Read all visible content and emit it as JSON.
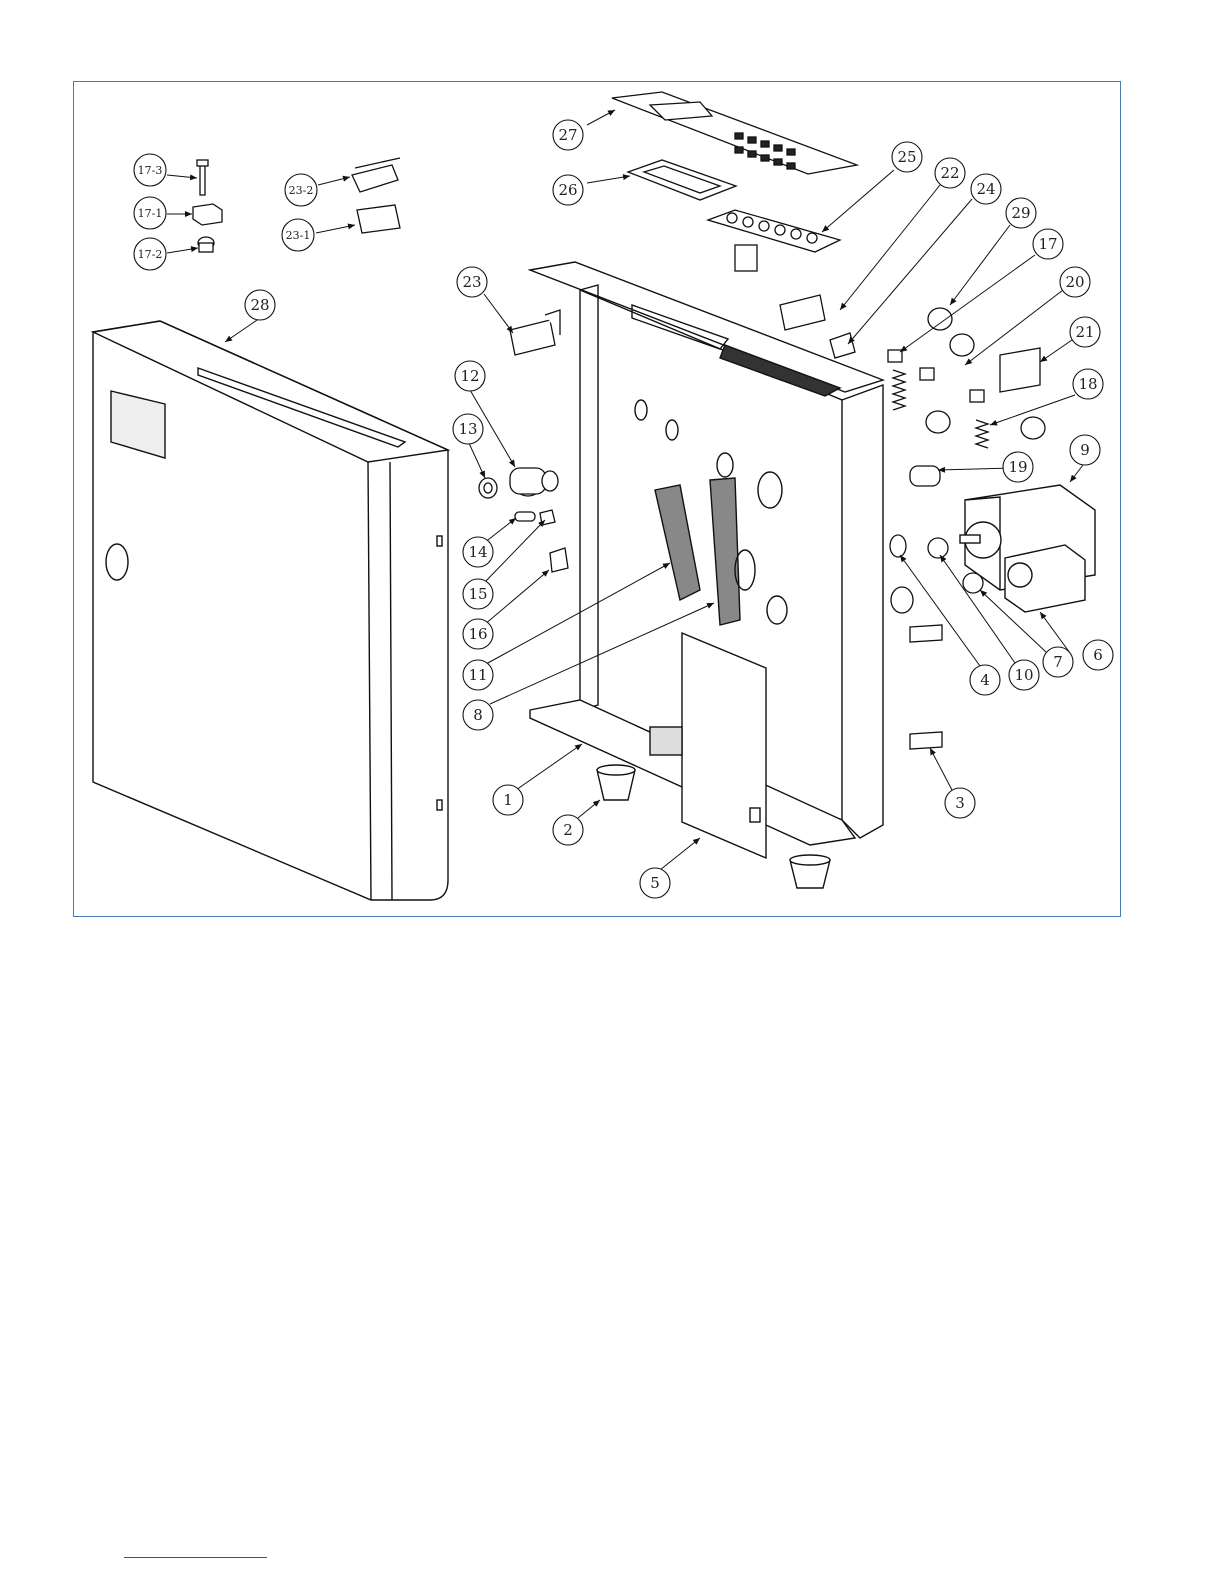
{
  "diagram": {
    "callouts": [
      {
        "id": "c1",
        "label": "1"
      },
      {
        "id": "c2",
        "label": "2"
      },
      {
        "id": "c3",
        "label": "3"
      },
      {
        "id": "c4",
        "label": "4"
      },
      {
        "id": "c5",
        "label": "5"
      },
      {
        "id": "c6",
        "label": "6"
      },
      {
        "id": "c7",
        "label": "7"
      },
      {
        "id": "c8",
        "label": "8"
      },
      {
        "id": "c9",
        "label": "9"
      },
      {
        "id": "c10",
        "label": "10"
      },
      {
        "id": "c11",
        "label": "11"
      },
      {
        "id": "c12",
        "label": "12"
      },
      {
        "id": "c13",
        "label": "13"
      },
      {
        "id": "c14",
        "label": "14"
      },
      {
        "id": "c15",
        "label": "15"
      },
      {
        "id": "c16",
        "label": "16"
      },
      {
        "id": "c17",
        "label": "17"
      },
      {
        "id": "c17_1",
        "label": "17-1"
      },
      {
        "id": "c17_2",
        "label": "17-2"
      },
      {
        "id": "c17_3",
        "label": "17-3"
      },
      {
        "id": "c18",
        "label": "18"
      },
      {
        "id": "c19",
        "label": "19"
      },
      {
        "id": "c20",
        "label": "20"
      },
      {
        "id": "c21",
        "label": "21"
      },
      {
        "id": "c22",
        "label": "22"
      },
      {
        "id": "c23",
        "label": "23"
      },
      {
        "id": "c23_1",
        "label": "23-1"
      },
      {
        "id": "c23_2",
        "label": "23-2"
      },
      {
        "id": "c24",
        "label": "24"
      },
      {
        "id": "c25",
        "label": "25"
      },
      {
        "id": "c26",
        "label": "26"
      },
      {
        "id": "c27",
        "label": "27"
      },
      {
        "id": "c28",
        "label": "28"
      },
      {
        "id": "c29",
        "label": "29"
      }
    ]
  }
}
